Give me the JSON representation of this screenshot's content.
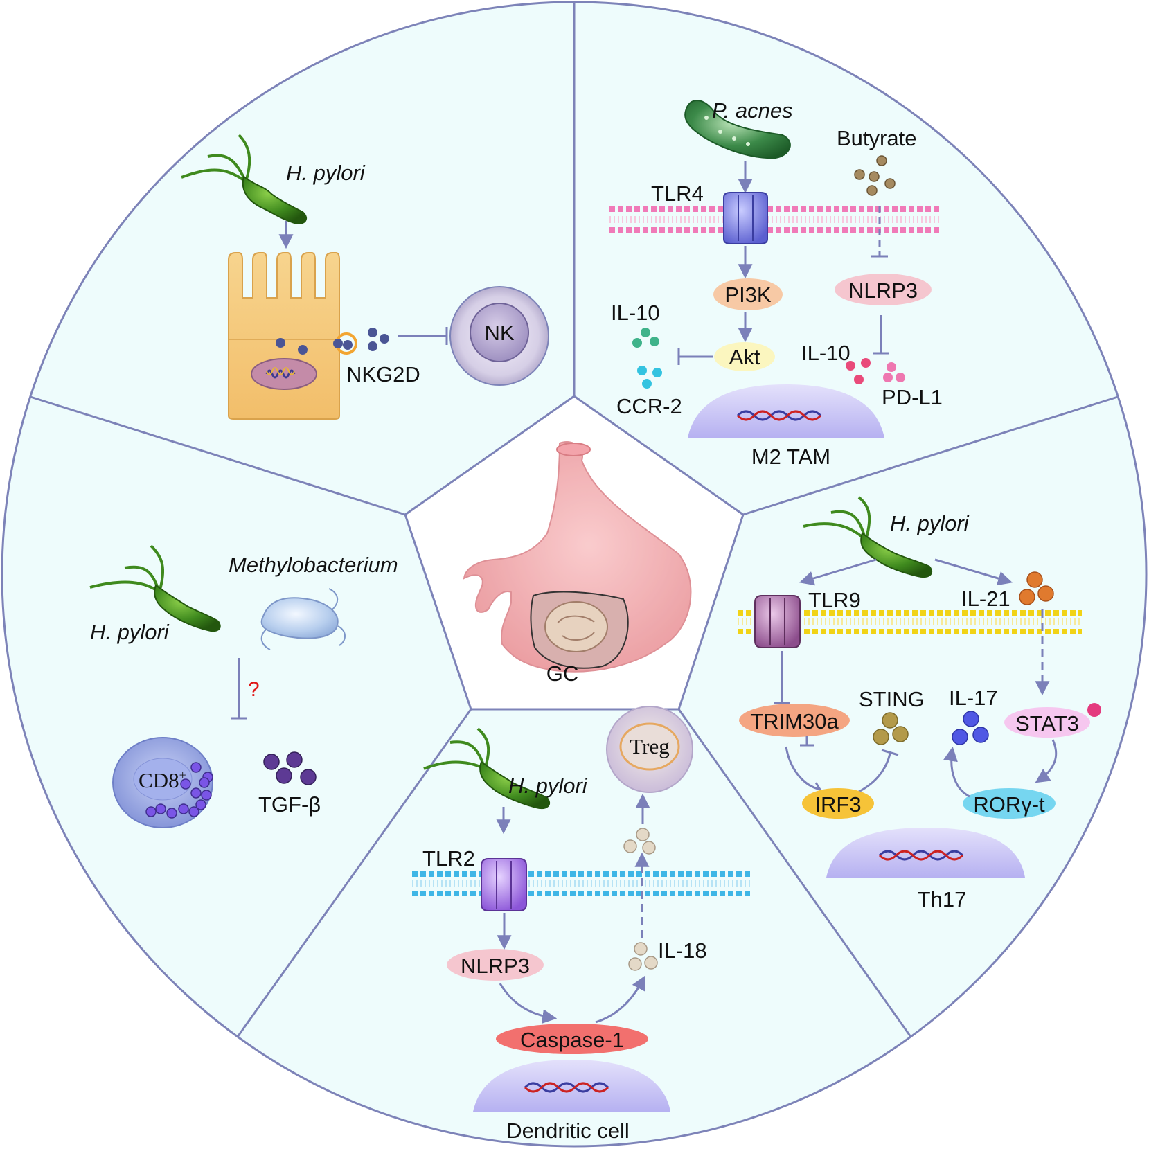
{
  "center": {
    "label": "GC"
  },
  "top_left": {
    "bacterium": "H. pylori",
    "receptor": "NKG2D",
    "cell": "NK"
  },
  "top_right": {
    "bacterium": "P. acnes",
    "metabolite": "Butyrate",
    "receptor": "TLR4",
    "kinase1": "PI3K",
    "kinase2": "Akt",
    "inflammasome": "NLRP3",
    "cytokine_left_1": "IL-10",
    "cytokine_left_2": "CCR-2",
    "cytokine_right_1": "IL-10",
    "cytokine_right_2": "PD-L1",
    "cell": "M2 TAM"
  },
  "right": {
    "bacterium": "H. pylori",
    "receptor": "TLR9",
    "cytokine_in": "IL-21",
    "trim": "TRIM30a",
    "sting": "STING",
    "irf": "IRF3",
    "il17": "IL-17",
    "stat": "STAT3",
    "ror": "RORγ-t",
    "cell": "Th17"
  },
  "bottom": {
    "bacterium": "H. pylori",
    "receptor": "TLR2",
    "inflammasome": "NLRP3",
    "caspase": "Caspase-1",
    "cytokine": "IL-18",
    "target": "Treg",
    "cell": "Dendritic cell"
  },
  "left": {
    "bacterium1": "H. pylori",
    "bacterium2": "Methylobacterium",
    "unknown": "?",
    "cd8": "CD8",
    "cd8_sup": "+",
    "cytokine": "TGF-β"
  },
  "colors": {
    "circle_border": "#7d83b8",
    "panel_fill": "#eefcfc",
    "arrow": "#7b80b9",
    "bacterium": "#3f8a1e"
  }
}
